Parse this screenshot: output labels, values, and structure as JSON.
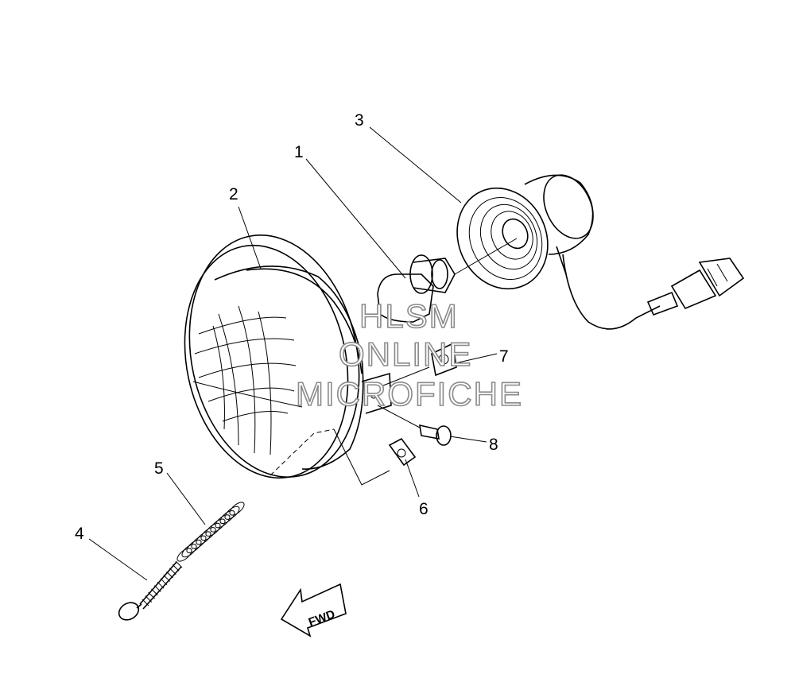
{
  "callouts": [
    "1",
    "2",
    "3",
    "4",
    "5",
    "6",
    "7",
    "8"
  ],
  "watermark": {
    "line1": "HLSM",
    "line2": "ONLINE",
    "line3": "MICROFICHE"
  },
  "fwd_label": "FWD"
}
